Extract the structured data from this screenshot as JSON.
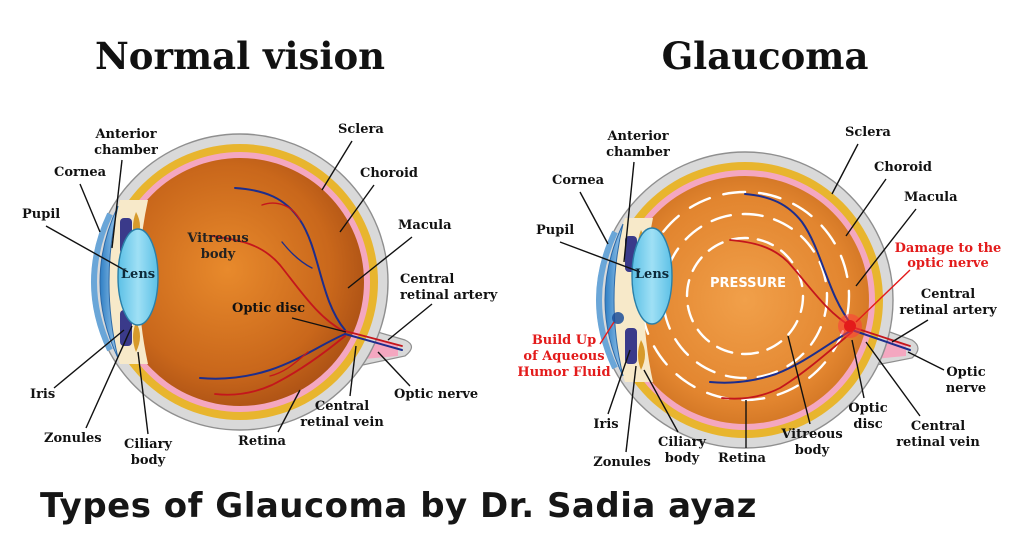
{
  "titles": {
    "normal": "Normal vision",
    "glaucoma": "Glaucoma"
  },
  "footer": "Types of Glaucoma by Dr. Sadia ayaz",
  "normal": {
    "anterior_chamber": [
      "Anterior",
      "chamber"
    ],
    "cornea": "Cornea",
    "pupil": "Pupil",
    "lens": "Lens",
    "vitreous_body": [
      "Vitreous",
      "body"
    ],
    "optic_disc": "Optic disc",
    "sclera": "Sclera",
    "choroid": "Choroid",
    "macula": "Macula",
    "central_retinal_artery": [
      "Central",
      "retinal artery"
    ],
    "optic_nerve": "Optic nerve",
    "central_retinal_vein": [
      "Central",
      "retinal vein"
    ],
    "retina": "Retina",
    "iris": "Iris",
    "zonules": "Zonules",
    "ciliary_body": [
      "Ciliary",
      "body"
    ]
  },
  "glaucoma": {
    "anterior_chamber": [
      "Anterior",
      "chamber"
    ],
    "cornea": "Cornea",
    "pupil": "Pupil",
    "lens": "Lens",
    "pressure": "PRESSURE",
    "sclera": "Sclera",
    "choroid": "Choroid",
    "macula": "Macula",
    "damage": [
      "Damage to the",
      "optic nerve"
    ],
    "central_retinal_artery": [
      "Central",
      "retinal artery"
    ],
    "optic_nerve": [
      "Optic",
      "nerve"
    ],
    "central_retinal_vein": [
      "Central",
      "retinal vein"
    ],
    "optic_disc": [
      "Optic",
      "disc"
    ],
    "vitreous_body": [
      "Vitreous",
      "body"
    ],
    "retina": "Retina",
    "ciliary_body": [
      "Ciliary",
      "body"
    ],
    "zonules": "Zonules",
    "iris": "Iris",
    "build_up": [
      "Build Up",
      "of Aqueous",
      "Humor Fluid"
    ]
  },
  "colors": {
    "sclera": "#d9d9d9",
    "choroid": "#e8b52e",
    "retina": "#f4a7c0",
    "vitreous": "#c8691b",
    "vitreous_glaucoma": "#e8893a",
    "cornea": "#6aa6d8",
    "lens": "#7fd0ec",
    "artery": "#c4161c",
    "vein": "#1d2d8c",
    "alert": "#e31b1b"
  }
}
